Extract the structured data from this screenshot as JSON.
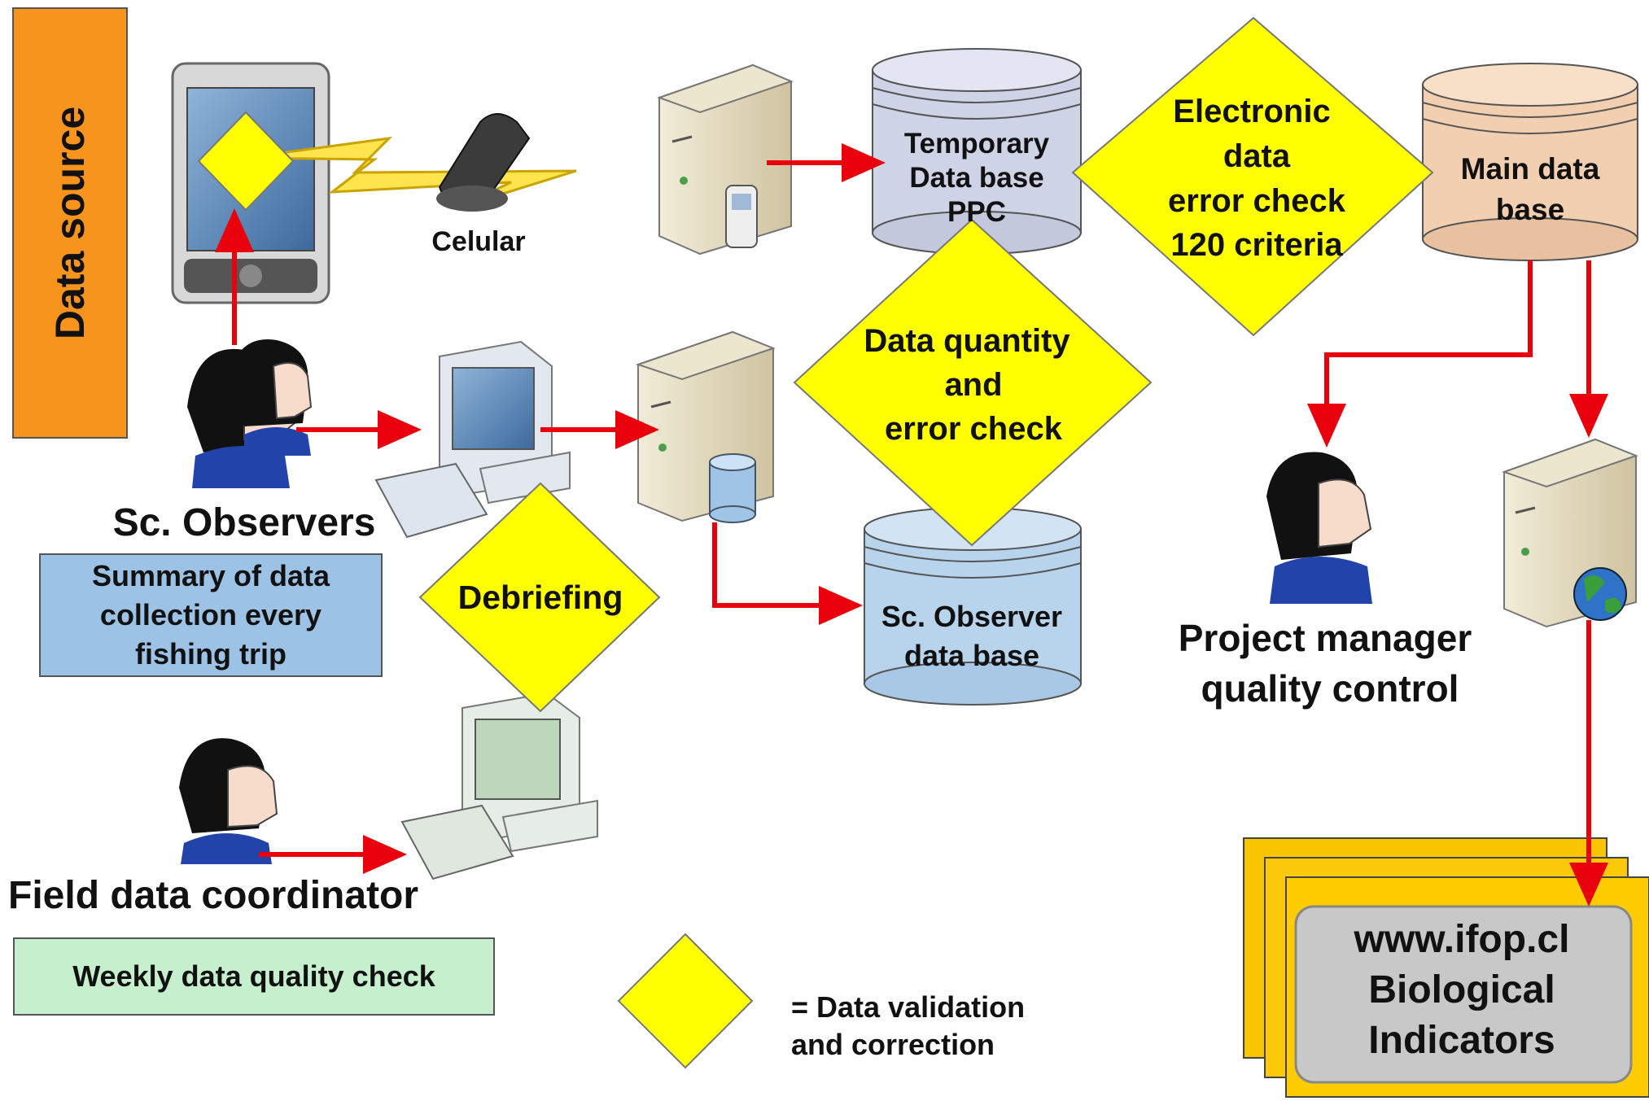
{
  "data_source_label": "Data source",
  "cellular_label": "Celular",
  "temp_db": {
    "line1": "Temporary",
    "line2": "Data base",
    "line3": "PPC"
  },
  "electronic_check": {
    "line1": "Electronic",
    "line2": "data",
    "line3": "error check",
    "line4": "120 criteria"
  },
  "main_db": {
    "line1": "Main data",
    "line2": "base"
  },
  "quantity_check": {
    "line1": "Data quantity",
    "line2": "and",
    "line3": "error check"
  },
  "observers_label": "Sc. Observers",
  "summary_box": {
    "line1": "Summary of data",
    "line2": "collection every",
    "line3": "fishing trip"
  },
  "debriefing_label": "Debriefing",
  "observer_db": {
    "line1": "Sc. Observer",
    "line2": "data base"
  },
  "project_manager": {
    "line1": "Project manager",
    "line2": "quality control"
  },
  "field_coordinator_label": "Field data coordinator",
  "weekly_box": "Weekly data quality check",
  "legend": {
    "line1": "= Data  validation",
    "line2": "and correction"
  },
  "website": {
    "line1": "www.ifop.cl",
    "line2": "Biological",
    "line3": "Indicators"
  },
  "colors": {
    "validation": "#ffff00",
    "arrow": "#e8000c",
    "data_source": "#f7941d",
    "summary": "#9cc3e6",
    "weekly": "#c6efce"
  }
}
